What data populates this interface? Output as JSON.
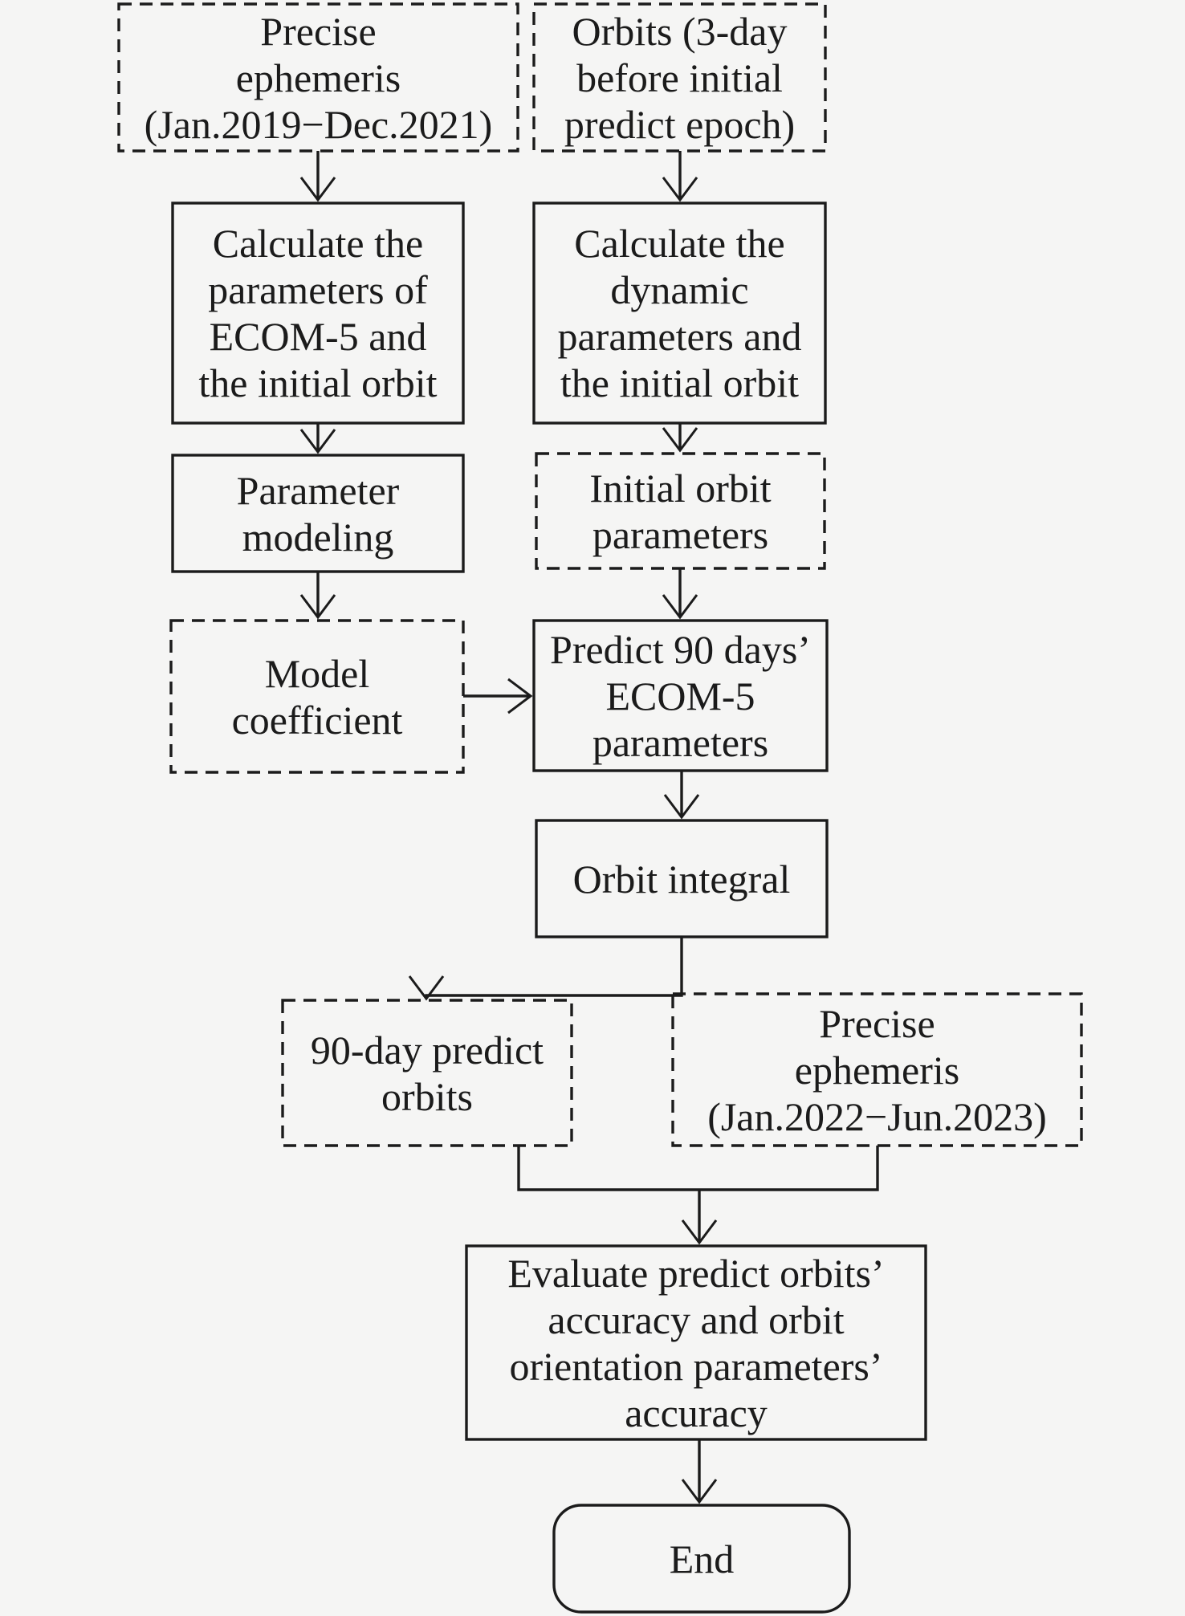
{
  "figure": {
    "background_color": "#f5f5f4",
    "ink_color": "#1b1b1b"
  },
  "nodes": {
    "precise_ephemeris_2019": {
      "lines": [
        "Precise",
        "ephemeris",
        "(Jan.2019−Dec.2021)"
      ]
    },
    "orbits_3day": {
      "lines": [
        "Orbits (3-day",
        "before initial",
        "predict epoch)"
      ]
    },
    "calc_ecom5": {
      "lines": [
        "Calculate the",
        "parameters of",
        "ECOM-5 and",
        "the initial orbit"
      ]
    },
    "calc_dynamic": {
      "lines": [
        "Calculate the",
        "dynamic",
        "parameters and",
        "the initial orbit"
      ]
    },
    "parameter_modeling": {
      "lines": [
        "Parameter",
        "modeling"
      ]
    },
    "initial_orbit_params": {
      "lines": [
        "Initial orbit",
        "parameters"
      ]
    },
    "model_coefficient": {
      "lines": [
        "Model",
        "coefficient"
      ]
    },
    "predict_90days_ecom5": {
      "lines": [
        "Predict 90 days’",
        "ECOM-5",
        "parameters"
      ]
    },
    "orbit_integral": {
      "lines": [
        "Orbit integral"
      ]
    },
    "predict_orbits_90day": {
      "lines": [
        "90-day predict",
        "orbits"
      ]
    },
    "precise_ephemeris_2022": {
      "lines": [
        "Precise",
        "ephemeris",
        "(Jan.2022−Jun.2023)"
      ]
    },
    "evaluate_accuracy": {
      "lines": [
        "Evaluate predict orbits’",
        "accuracy and orbit",
        "orientation parameters’",
        "accuracy"
      ]
    },
    "end": {
      "lines": [
        "End"
      ]
    }
  }
}
